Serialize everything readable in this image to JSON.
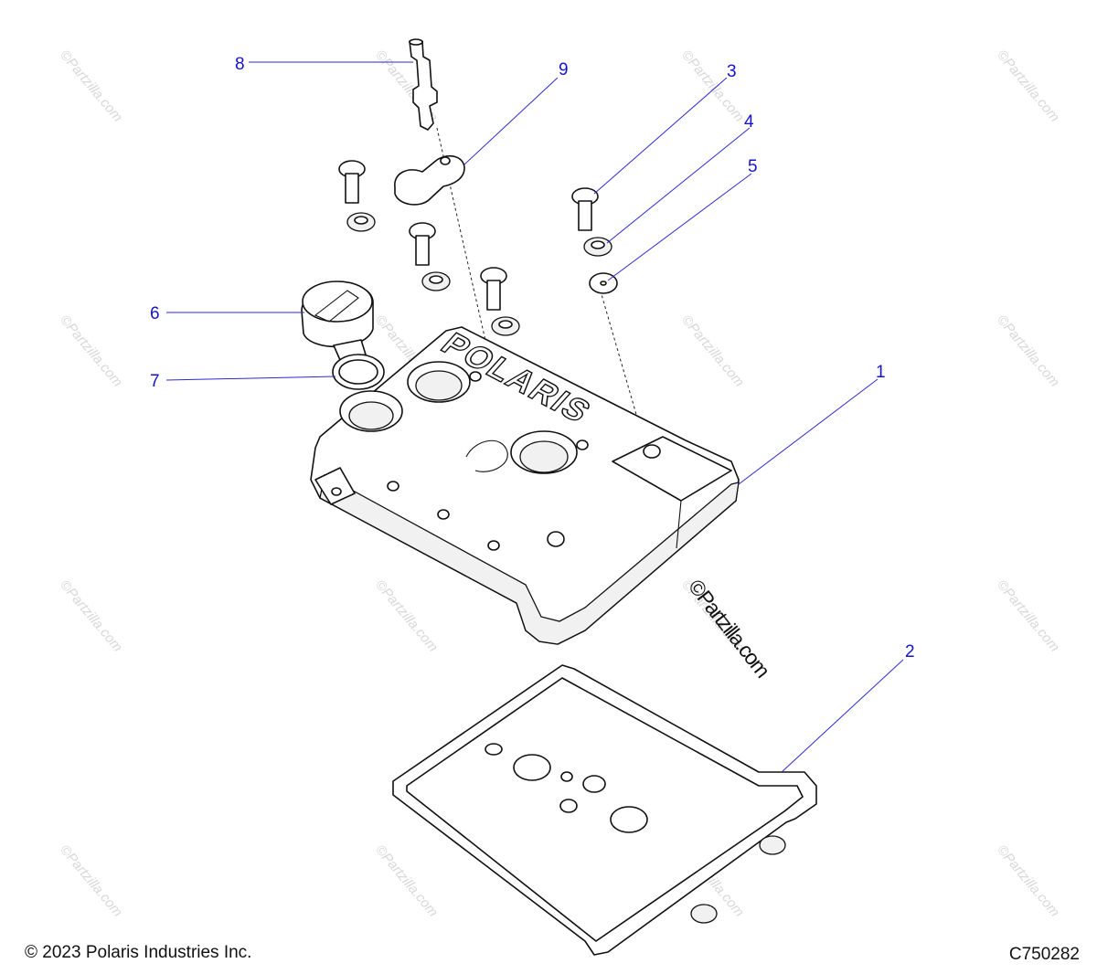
{
  "diagram": {
    "callouts": [
      {
        "id": "1",
        "label": "1"
      },
      {
        "id": "2",
        "label": "2"
      },
      {
        "id": "3",
        "label": "3"
      },
      {
        "id": "4",
        "label": "4"
      },
      {
        "id": "5",
        "label": "5"
      },
      {
        "id": "6",
        "label": "6"
      },
      {
        "id": "7",
        "label": "7"
      },
      {
        "id": "8",
        "label": "8"
      },
      {
        "id": "9",
        "label": "9"
      }
    ],
    "cover_lettering": "POLARIS",
    "watermark_text": "©Partzilla.com",
    "big_watermark_text": "©Partzilla.com",
    "callout_color": "#1414c8",
    "leader_color": "#2b2bd0"
  },
  "footer": {
    "copyright": "© 2023 Polaris Industries Inc.",
    "figure_code": "C750282"
  }
}
